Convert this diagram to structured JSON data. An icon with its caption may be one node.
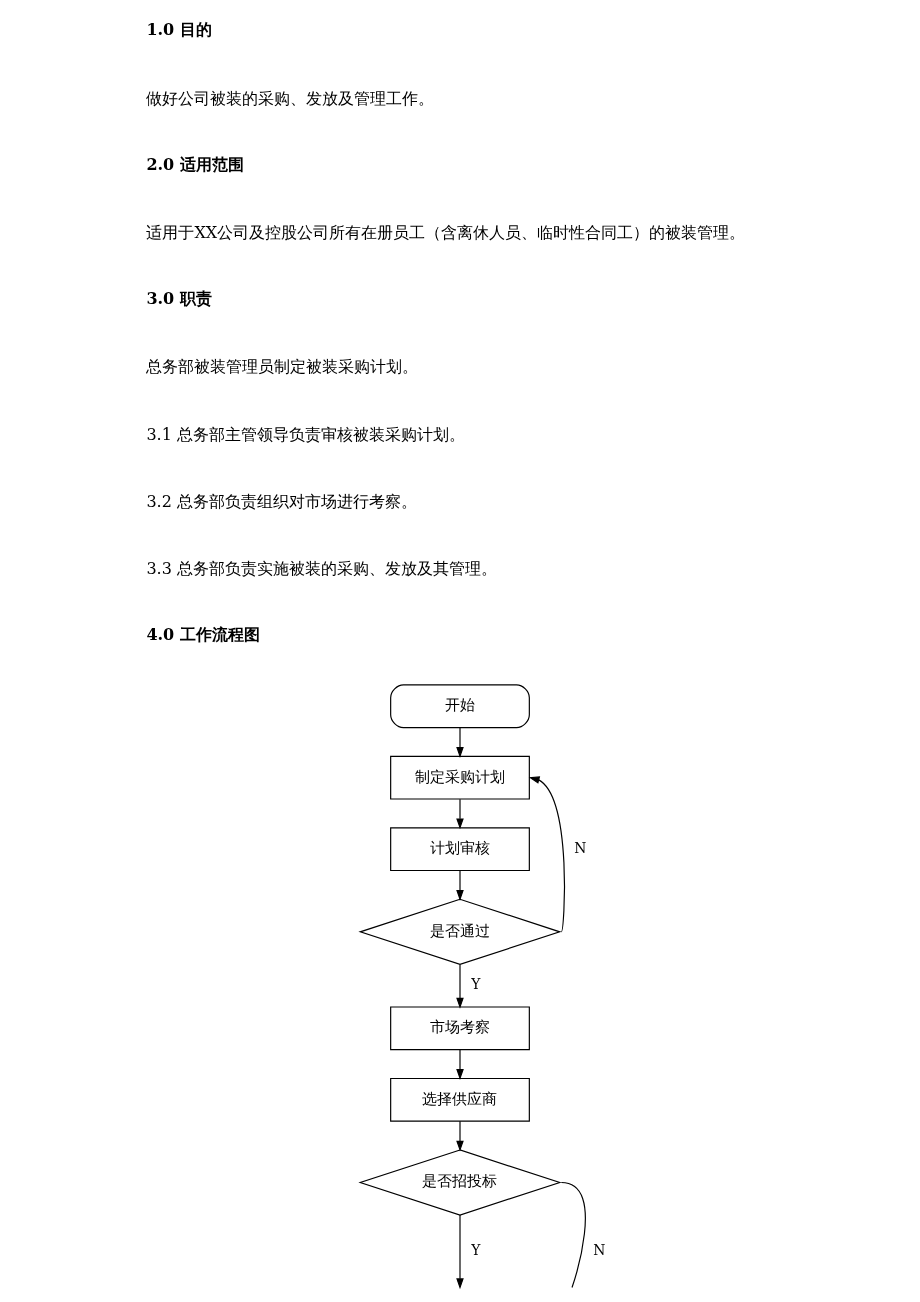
{
  "diagram": {
    "nodes": [
      {
        "text": [
          "开始"
        ]
      },
      {
        "text": [
          "制定采购计划"
        ]
      },
      {
        "text": [
          "计划审核"
        ]
      },
      {
        "text": [
          "是否通过"
        ]
      },
      {
        "text": [
          "市场考察"
        ]
      },
      {
        "text": [
          "选择供应商"
        ]
      },
      {
        "text": [
          "是否招投标"
        ]
      }
    ],
    "edges": [
      {
        "from": 0,
        "to": 1,
        "arrow": "to"
      },
      {
        "from": 1,
        "to": 2,
        "arrow": "to"
      },
      {
        "from": 2,
        "to": 3,
        "arrow": "to"
      },
      {
        "from": 3,
        "to": 1,
        "arrow": "to",
        "label": "N"
      },
      {
        "from": 3,
        "to": 4,
        "arrow": "to",
        "label": "Y"
      },
      {
        "from": 4,
        "to": 5,
        "arrow": "to"
      },
      {
        "from": 5,
        "to": 6,
        "arrow": "to"
      },
      {
        "from": 6,
        "to": null,
        "arrow": "none",
        "label": "N"
      },
      {
        "from": 6,
        "to": null,
        "arrow": "to",
        "label": "Y"
      }
    ],
    "labels": [
      "1.0 目的",
      "做好公司被装的采购、发放及管理工作。",
      "2.0 适用范围",
      "适用于XX公司及控股公司所有在册员工（含离休人员、临时性合同工）的被装管理。",
      "3.0 职责",
      "总务部被装管理员制定被装采购计划。",
      "3.1 总务部主管领导负责审核被装采购计划。",
      "3.2 总务部负责组织对市场进行考察。",
      "3.3 总务部负责实施被装的采购、发放及其管理。",
      "4.0 工作流程图"
    ]
  }
}
